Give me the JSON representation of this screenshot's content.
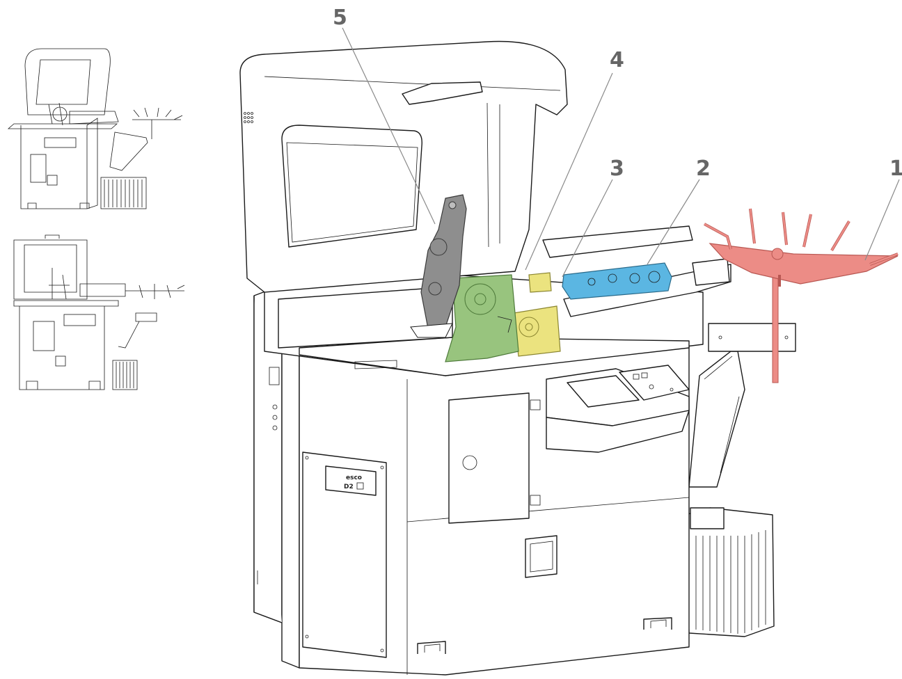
{
  "callouts": [
    {
      "id": "c1",
      "number": "1",
      "color": "#ec8c86"
    },
    {
      "id": "c2",
      "number": "2",
      "color": "#5bb6e2"
    },
    {
      "id": "c3",
      "number": "3",
      "color": "#ebe37f"
    },
    {
      "id": "c4",
      "number": "4",
      "color": "#98c47e"
    },
    {
      "id": "c5",
      "number": "5",
      "color": "#8e8e8e"
    }
  ],
  "nameplate": {
    "line1": "esco",
    "line2": "D2"
  },
  "colors": {
    "line": "#1a1a1a",
    "callout_text": "#666666",
    "leader": "#8a8a8a",
    "background": "#ffffff"
  }
}
